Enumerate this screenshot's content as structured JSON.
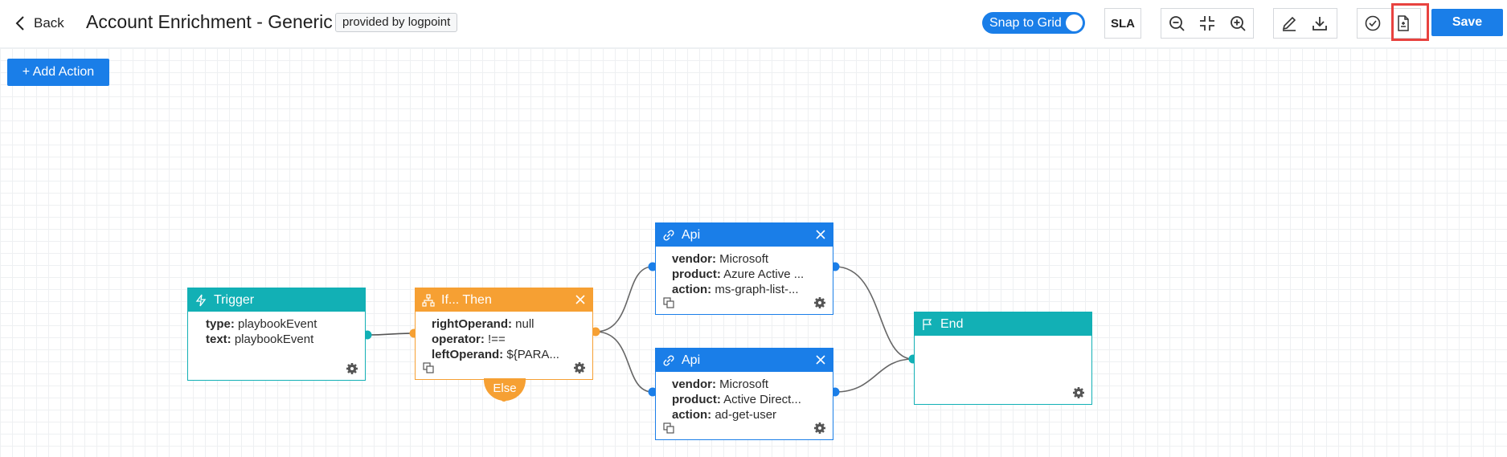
{
  "header": {
    "back_label": "Back",
    "title": "Account Enrichment - Generic",
    "provider_badge": "provided by logpoint",
    "snap_label": "Snap to Grid",
    "snap_enabled": true,
    "sla_label": "SLA",
    "save_label": "Save"
  },
  "canvas": {
    "add_action_label": "+ Add Action",
    "else_label": "Else"
  },
  "nodes": {
    "trigger": {
      "title": "Trigger",
      "rows": [
        {
          "key": "type:",
          "value": " playbookEvent"
        },
        {
          "key": "text:",
          "value": " playbookEvent"
        }
      ]
    },
    "ifthen": {
      "title": "If... Then",
      "rows": [
        {
          "key": "rightOperand:",
          "value": " null"
        },
        {
          "key": "operator:",
          "value": " !=="
        },
        {
          "key": "leftOperand:",
          "value": " ${PARA..."
        }
      ]
    },
    "api1": {
      "title": "Api",
      "rows": [
        {
          "key": "vendor:",
          "value": " Microsoft"
        },
        {
          "key": "product:",
          "value": " Azure Active ..."
        },
        {
          "key": "action:",
          "value": " ms-graph-list-..."
        }
      ]
    },
    "api2": {
      "title": "Api",
      "rows": [
        {
          "key": "vendor:",
          "value": " Microsoft"
        },
        {
          "key": "product:",
          "value": " Active Direct..."
        },
        {
          "key": "action:",
          "value": " ad-get-user"
        }
      ]
    },
    "end": {
      "title": "End"
    }
  },
  "colors": {
    "primary": "#1a7ee8",
    "teal": "#12b0b5",
    "orange": "#f6a033",
    "highlight": "#e8423f"
  }
}
